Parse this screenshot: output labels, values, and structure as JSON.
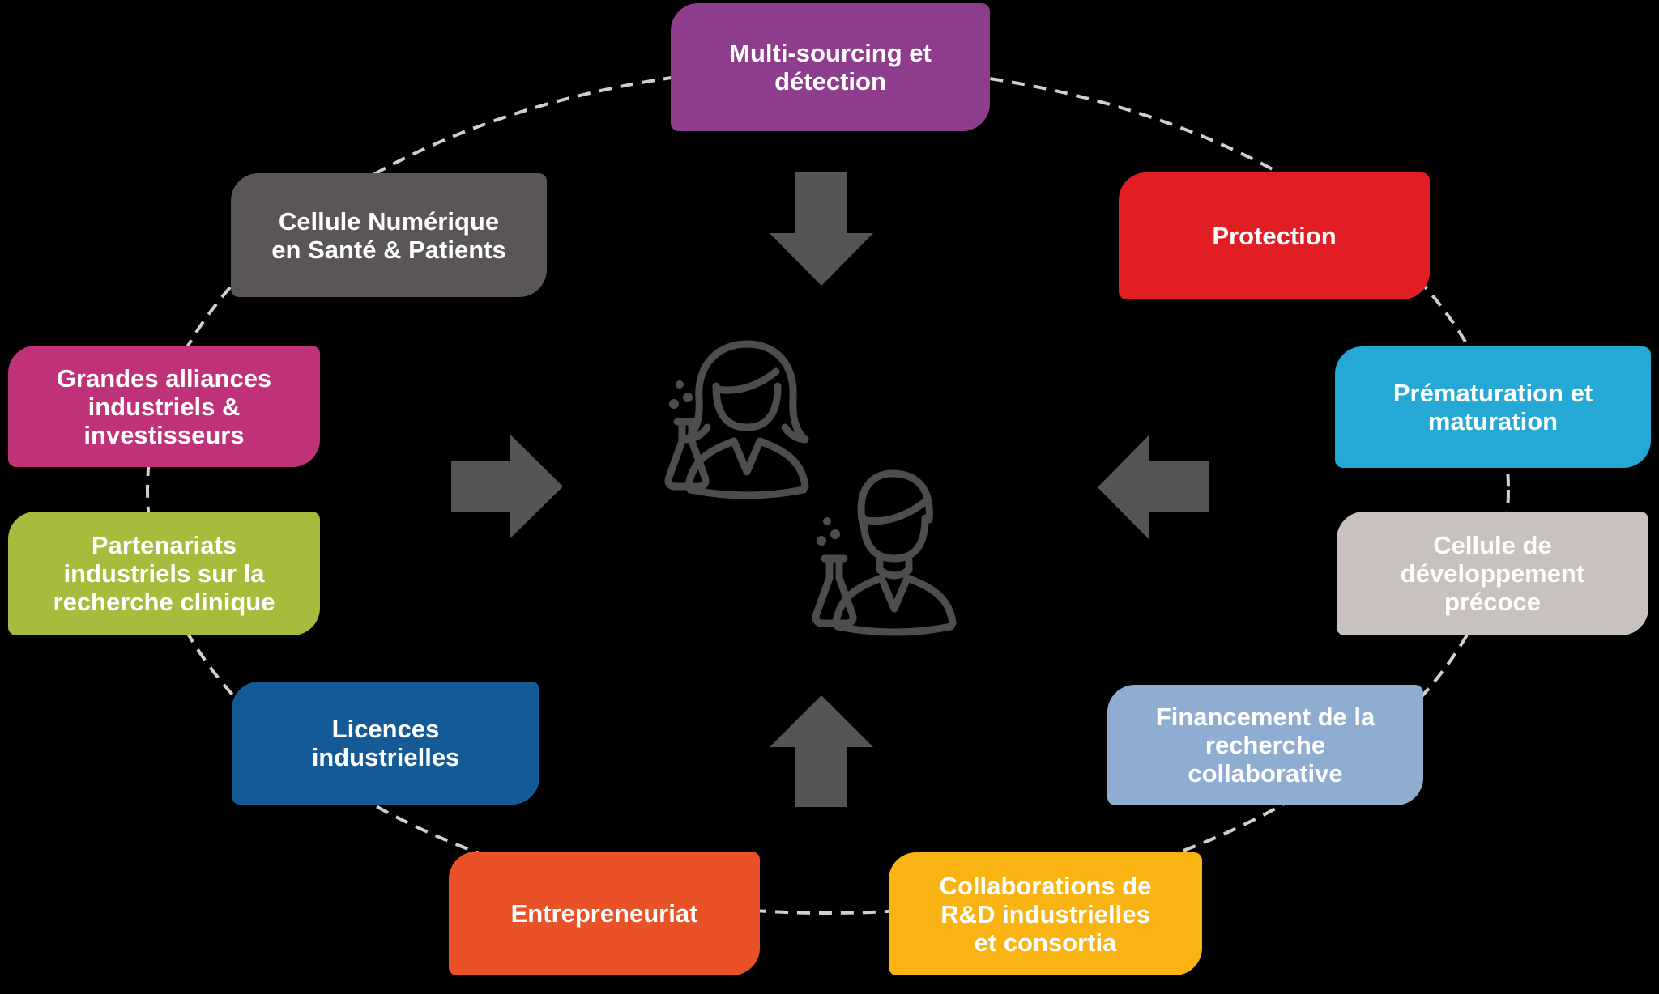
{
  "colors": {
    "background": "#000000",
    "arrow": "#555555",
    "icon_stroke": "#4d4d4d",
    "dash": "#cfcfcf",
    "text": "#ffffff"
  },
  "center_icons": [
    {
      "name": "female-scientist-with-flask-icon"
    },
    {
      "name": "male-scientist-with-flask-icon"
    }
  ],
  "nodes": [
    {
      "id": "multi-sourcing",
      "label": "Multi-sourcing et\ndétection",
      "color": "#8e3d8c"
    },
    {
      "id": "protection",
      "label": "Protection",
      "color": "#e21e25"
    },
    {
      "id": "prematuration",
      "label": "Prématuration et\nmaturation",
      "color": "#25a8d6"
    },
    {
      "id": "cellule-developpement",
      "label": "Cellule de\ndéveloppement\nprécoce",
      "color": "#c8c1bd"
    },
    {
      "id": "financement",
      "label": "Financement de la\nrecherche\ncollaborative",
      "color": "#8facd1"
    },
    {
      "id": "collaborations-rd",
      "label": "Collaborations de\nR&D industrielles\net consortia",
      "color": "#f9b414"
    },
    {
      "id": "entrepreneuriat",
      "label": "Entrepreneuriat",
      "color": "#e95227"
    },
    {
      "id": "licences",
      "label": "Licences\nindustrielles",
      "color": "#145a96"
    },
    {
      "id": "partenariats",
      "label": "Partenariats\nindustriels sur la\nrecherche clinique",
      "color": "#a9bb3c"
    },
    {
      "id": "grandes-alliances",
      "label": "Grandes alliances\nindustriels &\ninvestisseurs",
      "color": "#bf3277"
    },
    {
      "id": "cellule-numerique",
      "label": "Cellule Numérique\nen Santé & Patients",
      "color": "#5a5657"
    }
  ]
}
